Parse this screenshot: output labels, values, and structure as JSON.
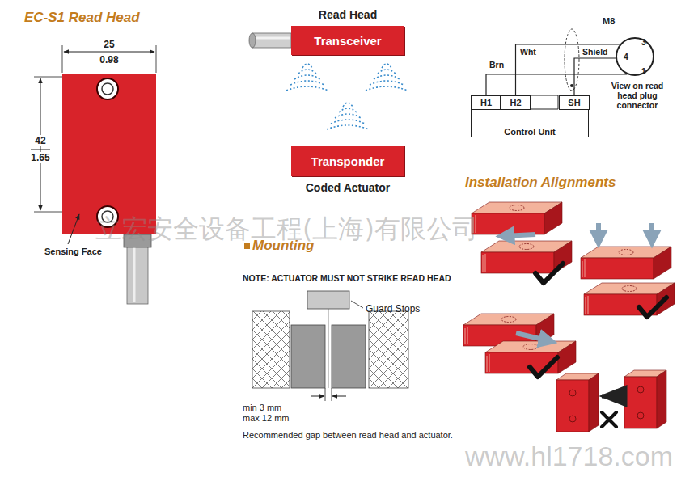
{
  "diagram": {
    "title": "EC-S1 Read Head",
    "nodes": [
      {
        "text": [
          "Read Head",
          "Transceiver"
        ]
      },
      {
        "text": [
          "Transponder",
          "Coded Actuator"
        ]
      },
      {
        "text": [
          "M8"
        ]
      },
      {
        "text": [
          "Control Unit"
        ]
      },
      {
        "text": [
          "H1"
        ],
        "in": 3
      },
      {
        "text": [
          "H2"
        ],
        "in": 3
      },
      {
        "text": [
          "SH"
        ],
        "in": 3
      }
    ],
    "edges": [
      {
        "from": 4,
        "to": 2,
        "arrow": "none",
        "label": "Brn"
      },
      {
        "from": 5,
        "to": 2,
        "arrow": "none",
        "label": "Wht"
      },
      {
        "from": 6,
        "to": 2,
        "arrow": "none",
        "label": "Shield"
      }
    ],
    "labels": [
      "25",
      "0.98",
      "42",
      "1.65",
      "Sensing Face",
      "3",
      "4",
      "1",
      "View on read head plug connector",
      "Mounting",
      "NOTE: ACTUATOR MUST NOT STRIKE READ HEAD",
      "Guard Stops",
      "min 3 mm",
      "max 12 mm",
      "Recommended gap between read head and actuator.",
      "Installation Alignments",
      "立宏安全设备工程(上海)有限公司",
      "www.hl1718.com"
    ]
  }
}
